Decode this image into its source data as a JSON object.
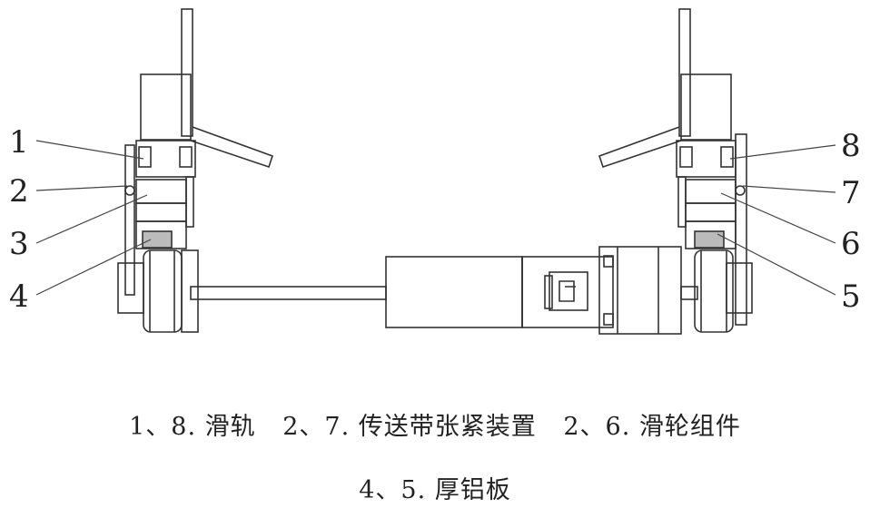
{
  "callouts": {
    "left": [
      "1",
      "2",
      "3",
      "4"
    ],
    "right": [
      "8",
      "7",
      "6",
      "5"
    ]
  },
  "legend": {
    "line1": [
      "1、8. 滑轨",
      "2、7. 传送带张紧装置",
      "2、6. 滑轮组件"
    ],
    "line2": [
      "4、5. 厚铝板"
    ]
  }
}
